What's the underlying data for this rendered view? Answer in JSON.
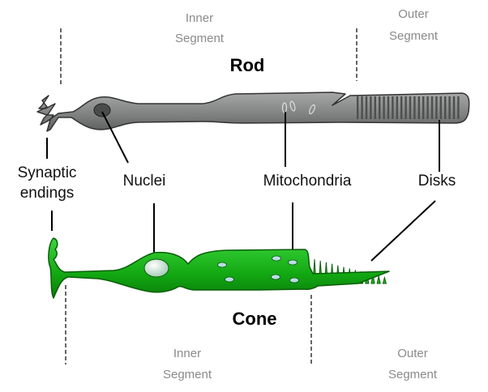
{
  "diagram": {
    "rod": {
      "title": "Rod",
      "inner_segment": [
        "Inner",
        "Segment"
      ],
      "outer_segment": [
        "Outer",
        "Segment"
      ],
      "color": "#8c8e8d"
    },
    "cone": {
      "title": "Cone",
      "inner_segment": [
        "Inner",
        "Segment"
      ],
      "outer_segment": [
        "Outer",
        "Segment"
      ],
      "color": "#1fb51f"
    },
    "labels": {
      "synaptic": [
        "Synaptic",
        "endings"
      ],
      "nuclei": "Nuclei",
      "mitochondria": "Mitochondria",
      "disks": "Disks"
    }
  }
}
